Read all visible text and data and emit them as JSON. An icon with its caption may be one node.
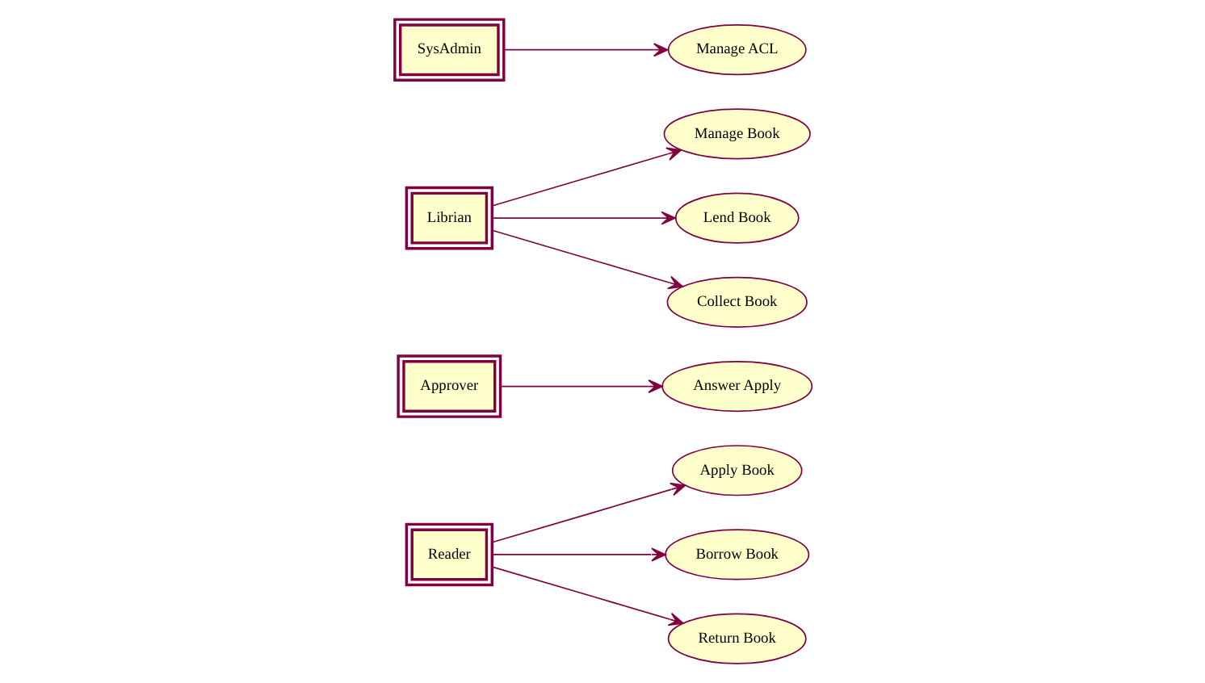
{
  "diagram": {
    "nodes": [
      {
        "text": [
          "Reader"
        ]
      },
      {
        "text": [
          "Apply Book"
        ]
      },
      {
        "text": [
          "Borrow Book"
        ]
      },
      {
        "text": [
          "Return Book"
        ]
      },
      {
        "text": [
          "Approver"
        ]
      },
      {
        "text": [
          "Answer Apply"
        ]
      },
      {
        "text": [
          "Librian"
        ]
      },
      {
        "text": [
          "Manage Book"
        ]
      },
      {
        "text": [
          "Lend Book"
        ]
      },
      {
        "text": [
          "Collect Book"
        ]
      },
      {
        "text": [
          "SysAdmin"
        ]
      },
      {
        "text": [
          "Manage ACL"
        ]
      }
    ],
    "edges": [
      {
        "from": 0,
        "to": 1,
        "arrow": "to"
      },
      {
        "from": 0,
        "to": 2,
        "arrow": "to"
      },
      {
        "from": 0,
        "to": 3,
        "arrow": "to"
      },
      {
        "from": 4,
        "to": 5,
        "arrow": "to"
      },
      {
        "from": 6,
        "to": 7,
        "arrow": "to"
      },
      {
        "from": 6,
        "to": 8,
        "arrow": "to"
      },
      {
        "from": 6,
        "to": 9,
        "arrow": "to"
      },
      {
        "from": 10,
        "to": 11,
        "arrow": "to"
      }
    ]
  }
}
